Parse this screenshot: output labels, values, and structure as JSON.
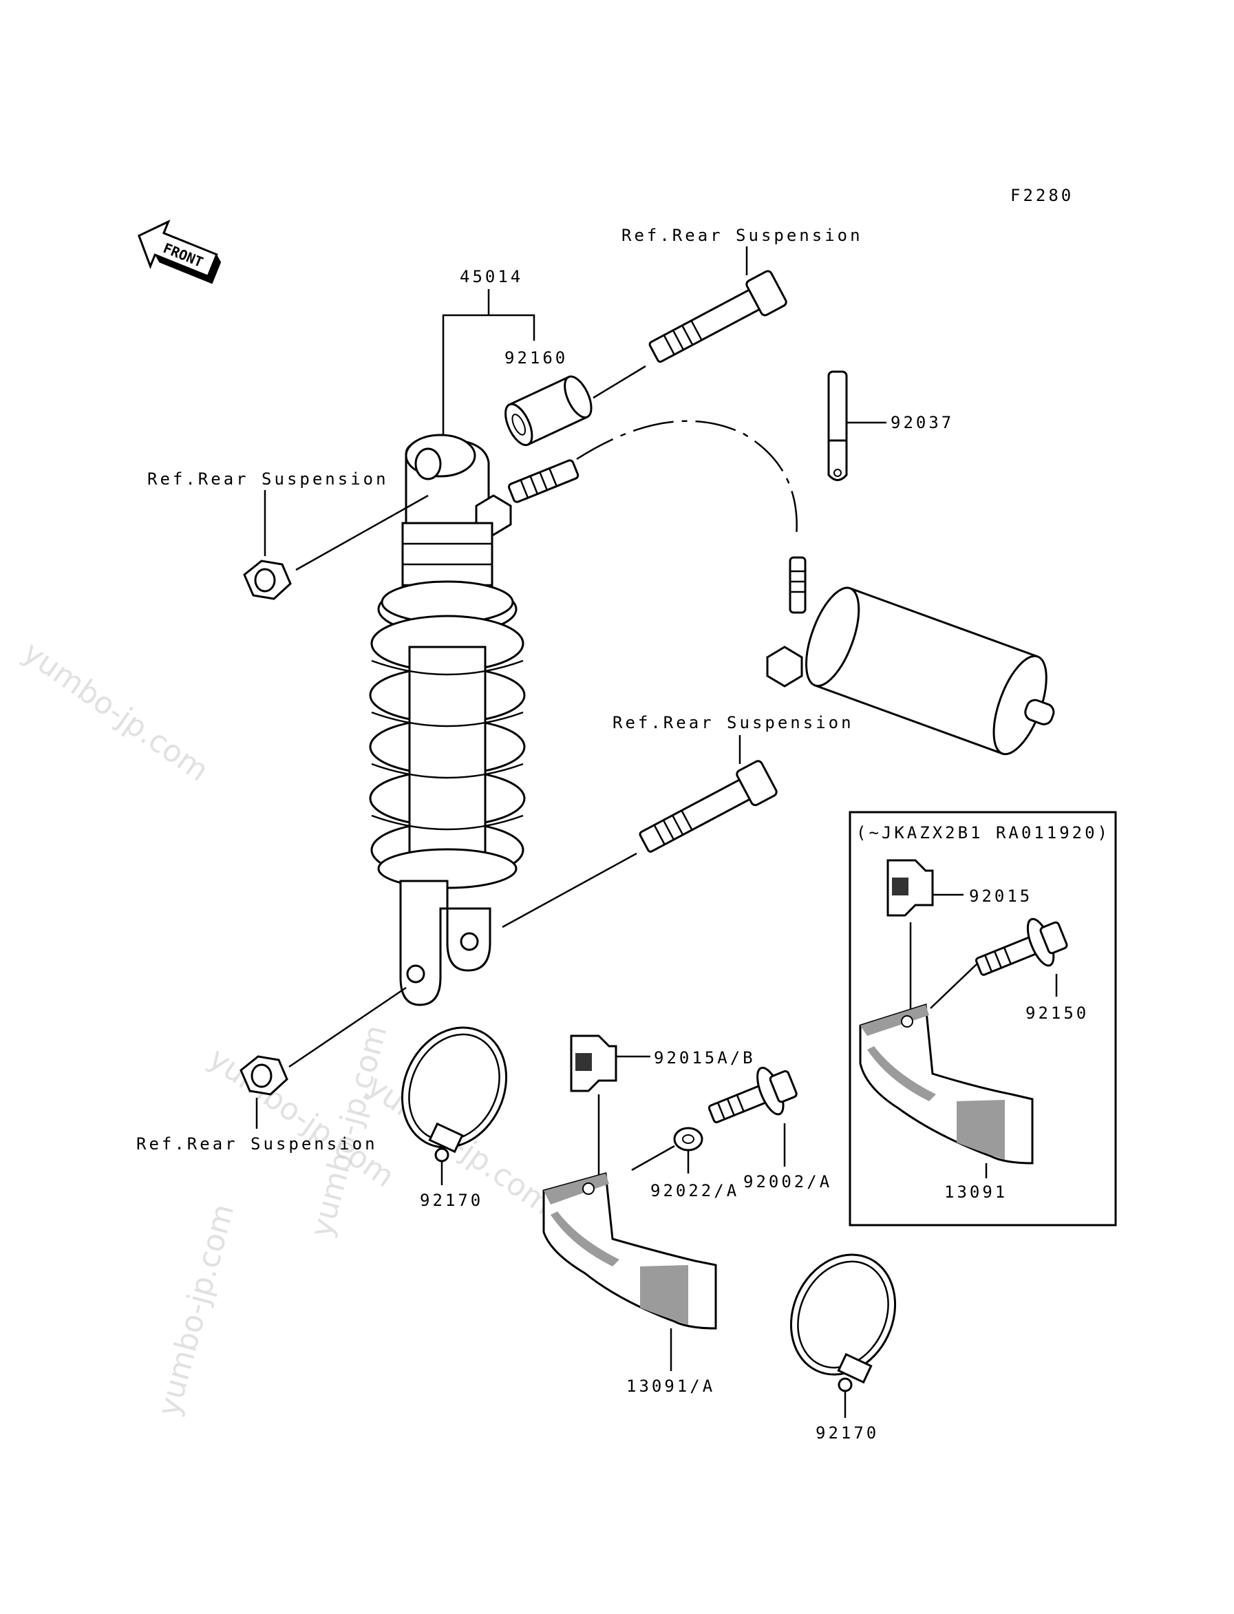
{
  "figure_code": "F2280",
  "direction_marker": "FRONT",
  "watermark": "yumbo-jp.com",
  "variant_note": "(~JKAZX2B1 RA011920)",
  "labels": {
    "ref_rear_suspension_top": "Ref.Rear Suspension",
    "ref_rear_suspension_left": "Ref.Rear Suspension",
    "ref_rear_suspension_mid": "Ref.Rear Suspension",
    "ref_rear_suspension_bottom": "Ref.Rear Suspension",
    "shock_absorber": "45014",
    "bushing": "92160",
    "bracket_92037": "92037",
    "clip_box": "92015",
    "bolt_box": "92150",
    "guard_box": "13091",
    "clip": "92015A/B",
    "bolt": "92002/A",
    "washer": "92022/A",
    "guard": "13091/A",
    "band_left": "92170",
    "band_bottom": "92170"
  }
}
